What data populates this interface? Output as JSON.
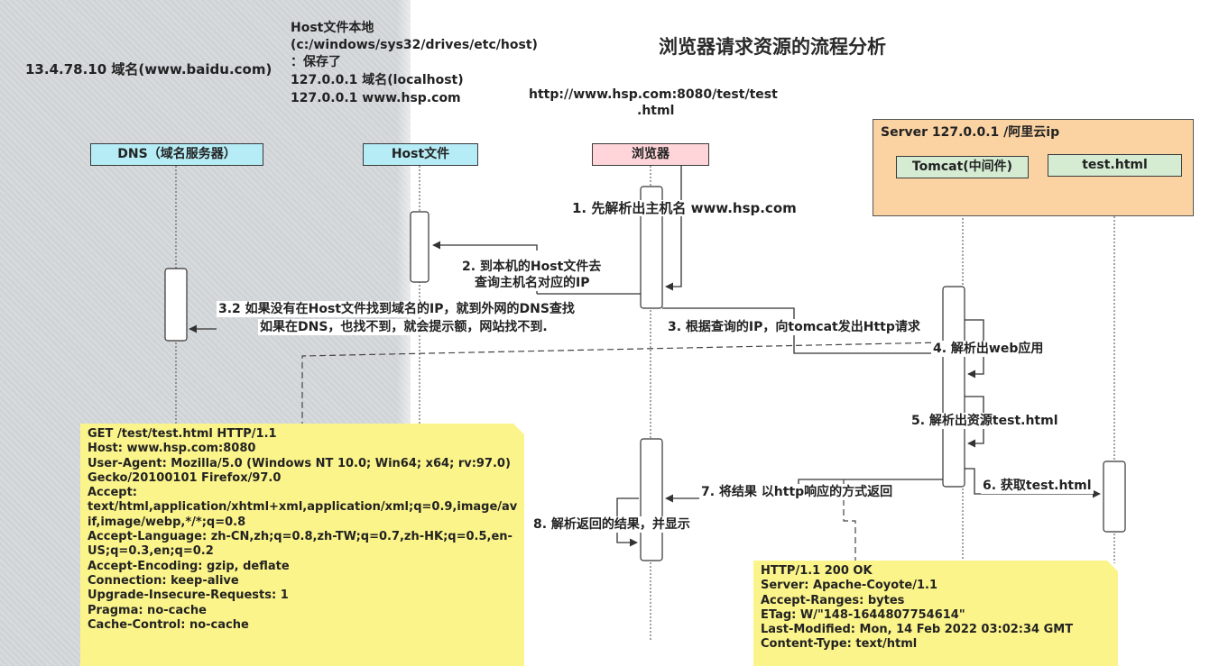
{
  "title": "浏览器请求资源的流程分析",
  "dns_hint": "13.4.78.10 域名(www.baidu.com)",
  "host_note_lines": [
    "Host文件本地",
    "(c:/windows/sys32/drives/etc/host)",
    "：保存了",
    "127.0.0.1 域名(localhost)",
    "127.0.0.1 www.hsp.com"
  ],
  "url_lines": [
    "http://www.hsp.com:8080/test/test",
    ".html"
  ],
  "participants": {
    "dns": "DNS（域名服务器）",
    "host": "Host文件",
    "browser": "浏览器",
    "tomcat": "Tomcat(中间件)",
    "test_html": "test.html"
  },
  "server_title": "Server 127.0.0.1 /阿里云ip",
  "steps": {
    "s1": "1. 先解析出主机名 www.hsp.com",
    "s2": [
      "2. 到本机的Host文件去",
      "查询主机名对应的IP"
    ],
    "s32": [
      "3.2 如果没有在Host文件找到域名的IP，就到外网的DNS查找",
      "如果在DNS，也找不到，就会提示额，网站找不到."
    ],
    "s3": "3. 根据查询的IP，向tomcat发出Http请求",
    "s4": "4. 解析出web应用",
    "s5": "5. 解析出资源test.html",
    "s6": "6. 获取test.html",
    "s7": "7. 将结果 以http响应的方式返回",
    "s8": "8. 解析返回的结果，并显示"
  },
  "request_lines": [
    "GET /test/test.html HTTP/1.1",
    "Host: www.hsp.com:8080",
    "User-Agent: Mozilla/5.0 (Windows NT 10.0; Win64; x64; rv:97.0)",
    "Gecko/20100101 Firefox/97.0",
    "Accept:",
    "text/html,application/xhtml+xml,application/xml;q=0.9,image/av",
    "if,image/webp,*/*;q=0.8",
    "Accept-Language: zh-CN,zh;q=0.8,zh-TW;q=0.7,zh-HK;q=0.5,en-",
    "US;q=0.3,en;q=0.2",
    "Accept-Encoding: gzip, deflate",
    "Connection: keep-alive",
    "Upgrade-Insecure-Requests: 1",
    "Pragma: no-cache",
    "Cache-Control: no-cache"
  ],
  "response_lines": [
    "HTTP/1.1 200 OK",
    "Server: Apache-Coyote/1.1",
    "Accept-Ranges: bytes",
    "ETag: W/\"148-1644807754614\"",
    "Last-Modified: Mon, 14 Feb 2022 03:02:34 GMT",
    "Content-Type: text/html"
  ],
  "colors": {
    "participant_cyan": "#b6ecf5",
    "browser_pink": "#ffd5d9",
    "server_orange": "#fbd3a3",
    "component_green": "#d5ecd3",
    "note_yellow": "#fbf48a"
  }
}
